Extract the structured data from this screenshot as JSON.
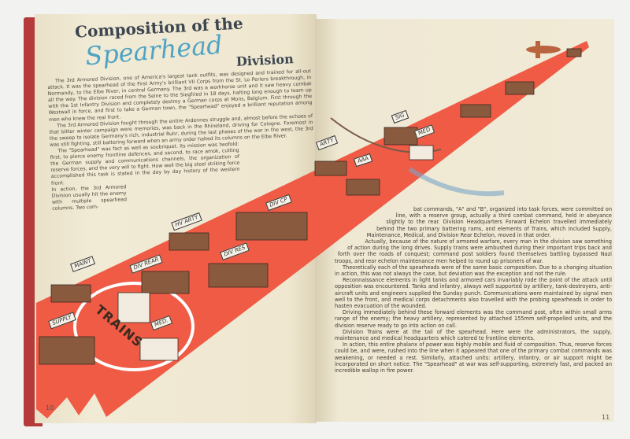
{
  "title": {
    "line1": "Composition of the",
    "line2": "Spearhead",
    "line3": "Division"
  },
  "colors": {
    "spearhead_band": "#ef5b45",
    "title_script": "#4fa3c4",
    "page": "#efe8d2",
    "cover": "#b53a3a"
  },
  "left_page": {
    "paragraphs": [
      "The 3rd Armored Division, one of America's largest tank outfits, was designed and trained for all-out attack. It was the spearhead of the First Army's brilliant VII Corps from the St. Lo Periers breakthrough, in Normandy, to the Elbe River, in central Germany. The 3rd was a workhorse unit and it saw heavy combat all the way. The division raced from the Seine to the Siegfried in 18 days, halting long enough to team up with the 1st Infantry Division and completely destroy a German corps at Mons, Belgium. First through the Westwall in force, and first to take a German town, the \"Spearhead\" enjoyed a brilliant reputation among men who knew the real front.",
      "The 3rd Armored Division fought through the entire Ardennes struggle and, almost before the echoes of that bitter winter campaign were memories, was back in the Rhineland, driving for Cologne. Foremost in the sweep to isolate Germany's rich, industrial Ruhr, during the last phases of the war in the west, the 3rd was still fighting, still battering forward when an army order halted its columns on the Elbe River.",
      "The \"Spearhead\" was fact as well as soubriquet. Its mission was twofold: first, to pierce enemy frontline defences, and second, to race amok, cutting the German supply and communications channels, the organization of reserve forces, and the very will to fight. How well the big steel striking force accomplished this task is stated in the day by day history of the western front.",
      "In action, the 3rd Armored Division usually hit the enemy with multiple spearhead columns. Two com-"
    ],
    "page_number": "10"
  },
  "right_page": {
    "paragraphs": [
      "bat commands, \"A\" and \"B\", organized into task forces, were committed on line, with a reserve group, actually a third combat command, held in abeyance slightly to the rear. Division Headquarters Forward Echelon travelled immediately behind the two primary battering rams, and elements of Trains, which included Supply, Maintenance, Medical, and Division Rear Echelon, moved in that order.",
      "Actually, because of the nature of armored warfare, every man in the division saw something of action during the long drives. Supply trains were ambushed during their important trips back and forth over the roads of conquest; command post soldiers found themselves battling bypassed Nazi troops, and rear echelon maintenance men helped to round up prisoners of war.",
      "Theoretically each of the spearheads were of the same basic composition. Due to a changing situation in action, this was not always the case, but deviation was the exception and not the rule.",
      "Reconnaissance elements in light tanks and armored cars invariably rode the point of the attack until opposition was encountered. Tanks and infantry, always well supported by artillery, tank-destroyers, anti-aircraft units and engineers supplied the Sunday punch. Communications were maintained by signal men well to the front, and medical corps detachments also travelled with the probing spearheads in order to hasten evacuation of the wounded.",
      "Driving immediately behind these forward elements was the command post, often within small arms range of the enemy; the heavy artillery, represented by attached 155mm self-propelled units, and the division reserve ready to go into action on call.",
      "Division Trains were at the tail of the spearhead. Here were the administrators, the supply, maintenance and medical headquarters which catered to frontline elements.",
      "In action, this entire phalanx of power was highly mobile and fluid of composition. Thus, reserve forces could be, and were, rushed into the line when it appeared that one of the primary combat commands was weakening, or needed a rest. Similarly, attached units: artillery, infantry, or air support might be incorporated on short notice. The \"Spearhead\" at war was self-supporting, extremely fast, and packed an incredible wallop in fire power."
    ],
    "page_number": "11"
  },
  "illustration": {
    "flags": {
      "arty": "ARTY",
      "aaa": "AAA",
      "sig": "SIG",
      "med_top": "MED",
      "div_cp": "DIV CP",
      "hv_arty": "HV ARTY",
      "div_res": "DIV RES",
      "maint": "MAINT",
      "div_rear": "DIV REAR",
      "supply": "SUPPLY",
      "med": "MED."
    },
    "trains_label": "TRAINS"
  }
}
